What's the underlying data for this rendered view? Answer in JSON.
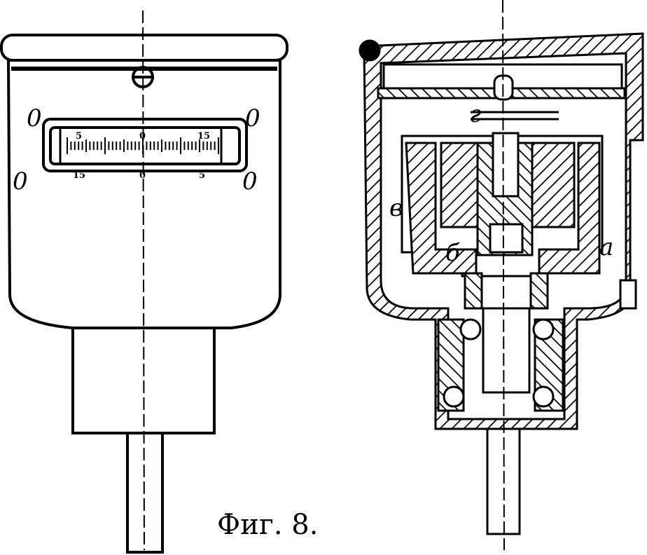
{
  "figure": {
    "caption": "Фиг. 8."
  },
  "left_view": {
    "scale_labels_top": [
      "5",
      "0",
      "15"
    ],
    "scale_labels_bottom": [
      "15",
      "0",
      "5"
    ],
    "screw_marks": [
      "0",
      "0",
      "0",
      "0"
    ]
  },
  "right_view": {
    "part_labels": [
      "г",
      "в",
      "б",
      "а"
    ]
  }
}
